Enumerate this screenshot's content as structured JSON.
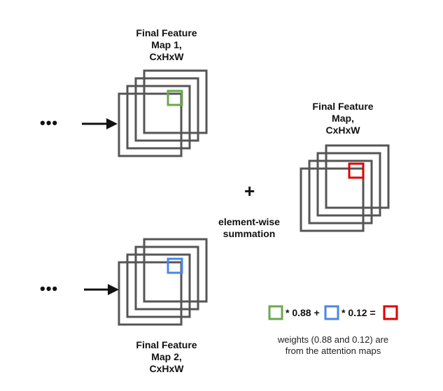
{
  "map1": {
    "title": "Final Feature\nMap 1,\nCxHxW"
  },
  "map2": {
    "title": "Final Feature\nMap 2,\nCxHxW"
  },
  "result": {
    "title": "Final Feature\nMap,\nCxHxW"
  },
  "ellipsis_top": "•••",
  "ellipsis_bottom": "•••",
  "operator": "+",
  "operation": "element-wise\nsummation",
  "equation": {
    "term1": "* 0.88 +",
    "term2": "* 0.12 ="
  },
  "footnote": "weights (0.88 and 0.12) are\nfrom the attention maps",
  "colors": {
    "stroke": "#555555",
    "arrow": "#111111",
    "green": "#6aa84f",
    "blue": "#4a86e8",
    "red": "#e00000"
  }
}
